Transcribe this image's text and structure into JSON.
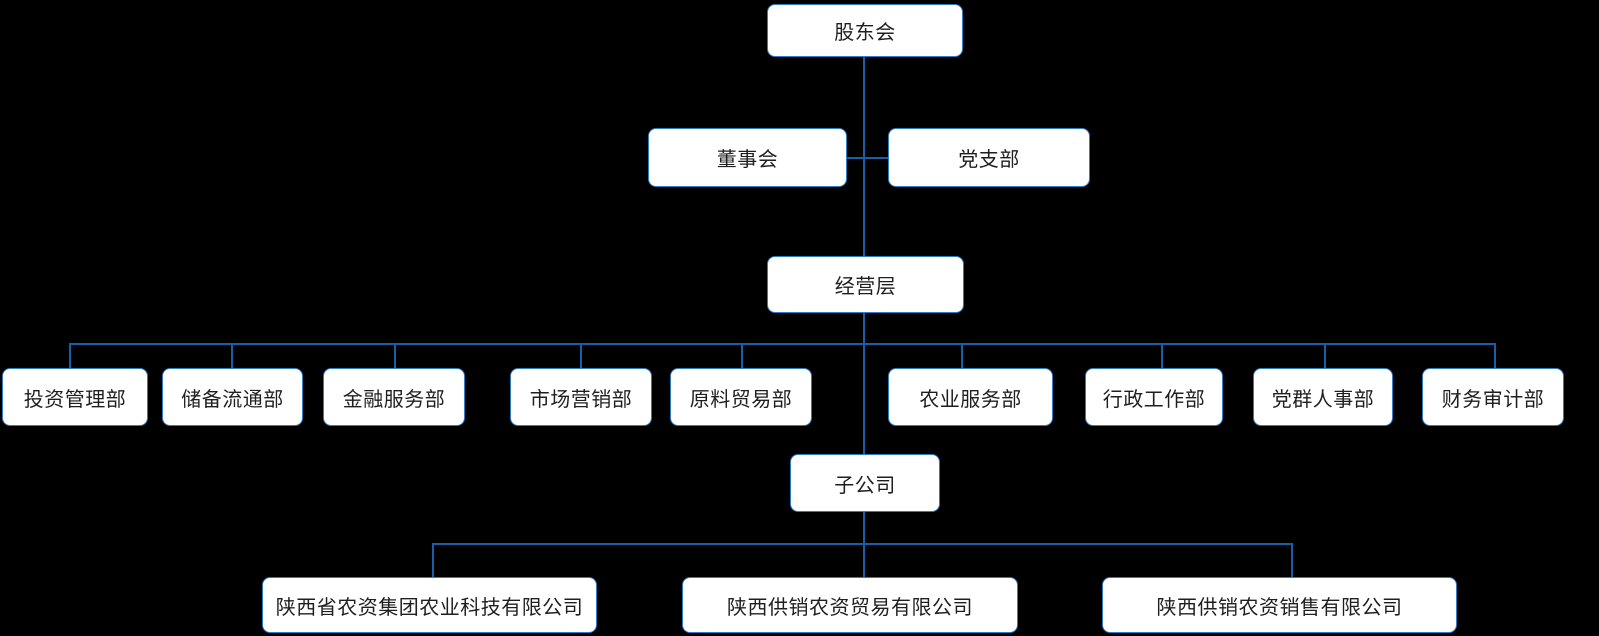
{
  "chart": {
    "type": "org-chart",
    "background_color": "#000000",
    "line_color": "#165fa9",
    "box_border_color": "#2e7bc6",
    "box_fill_color": "#ffffff",
    "text_color": "#1f1f1f"
  },
  "nodes": {
    "shareholders": "股东会",
    "board": "董事会",
    "party_branch": "党支部",
    "management": "经营层",
    "subsidiaries": "子公司"
  },
  "departments": [
    "投资管理部",
    "储备流通部",
    "金融服务部",
    "市场营销部",
    "原料贸易部",
    "农业服务部",
    "行政工作部",
    "党群人事部",
    "财务审计部"
  ],
  "companies": [
    "陕西省农资集团农业科技有限公司",
    "陕西供销农资贸易有限公司",
    "陕西供销农资销售有限公司"
  ],
  "hierarchy": {
    "root": "股东会",
    "root_children": [
      "董事会",
      "党支部",
      "经营层"
    ],
    "management_children": [
      "投资管理部",
      "储备流通部",
      "金融服务部",
      "市场营销部",
      "原料贸易部",
      "农业服务部",
      "行政工作部",
      "党群人事部",
      "财务审计部",
      "子公司"
    ],
    "subsidiaries_children": [
      "陕西省农资集团农业科技有限公司",
      "陕西供销农资贸易有限公司",
      "陕西供销农资销售有限公司"
    ]
  }
}
